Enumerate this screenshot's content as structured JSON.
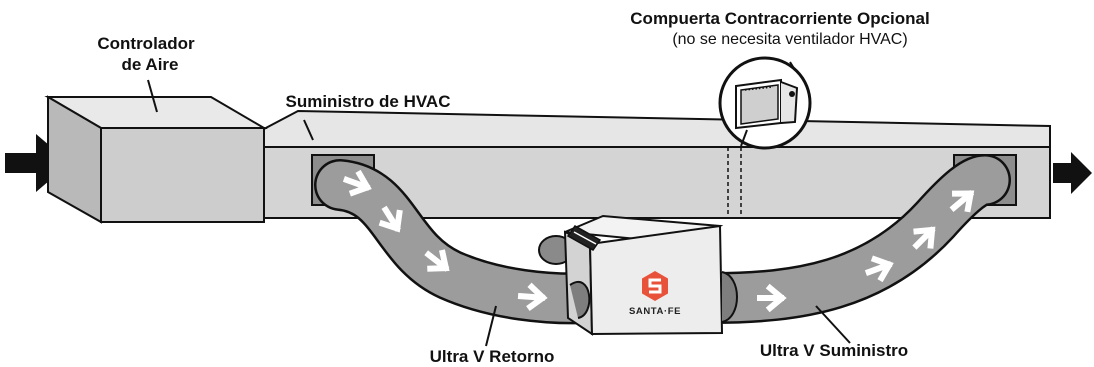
{
  "labels": {
    "air_handler_line1": "Controlador",
    "air_handler_line2": "de Aire",
    "hvac_supply": "Suministro de HVAC",
    "damper_title": "Compuerta Contracorriente Opcional",
    "damper_note": "(no se necesita ventilador HVAC)",
    "return_label": "Ultra V Retorno",
    "supply_label": "Ultra V Suministro",
    "brand": "SANTA·FE"
  },
  "colors": {
    "outline": "#111111",
    "duct_fill": "#d4d4d4",
    "box_fill": "#cdcdcd",
    "box_side": "#b9b9b9",
    "flex_duct": "#9c9c9c",
    "arrow": "#ffffff",
    "unit_fill": "#ededed",
    "brand_accent": "#e8523a"
  },
  "icons": [
    "inflow-arrow-icon",
    "outflow-arrow-icon",
    "flow-arrow-icon",
    "santa-fe-logo-icon"
  ]
}
